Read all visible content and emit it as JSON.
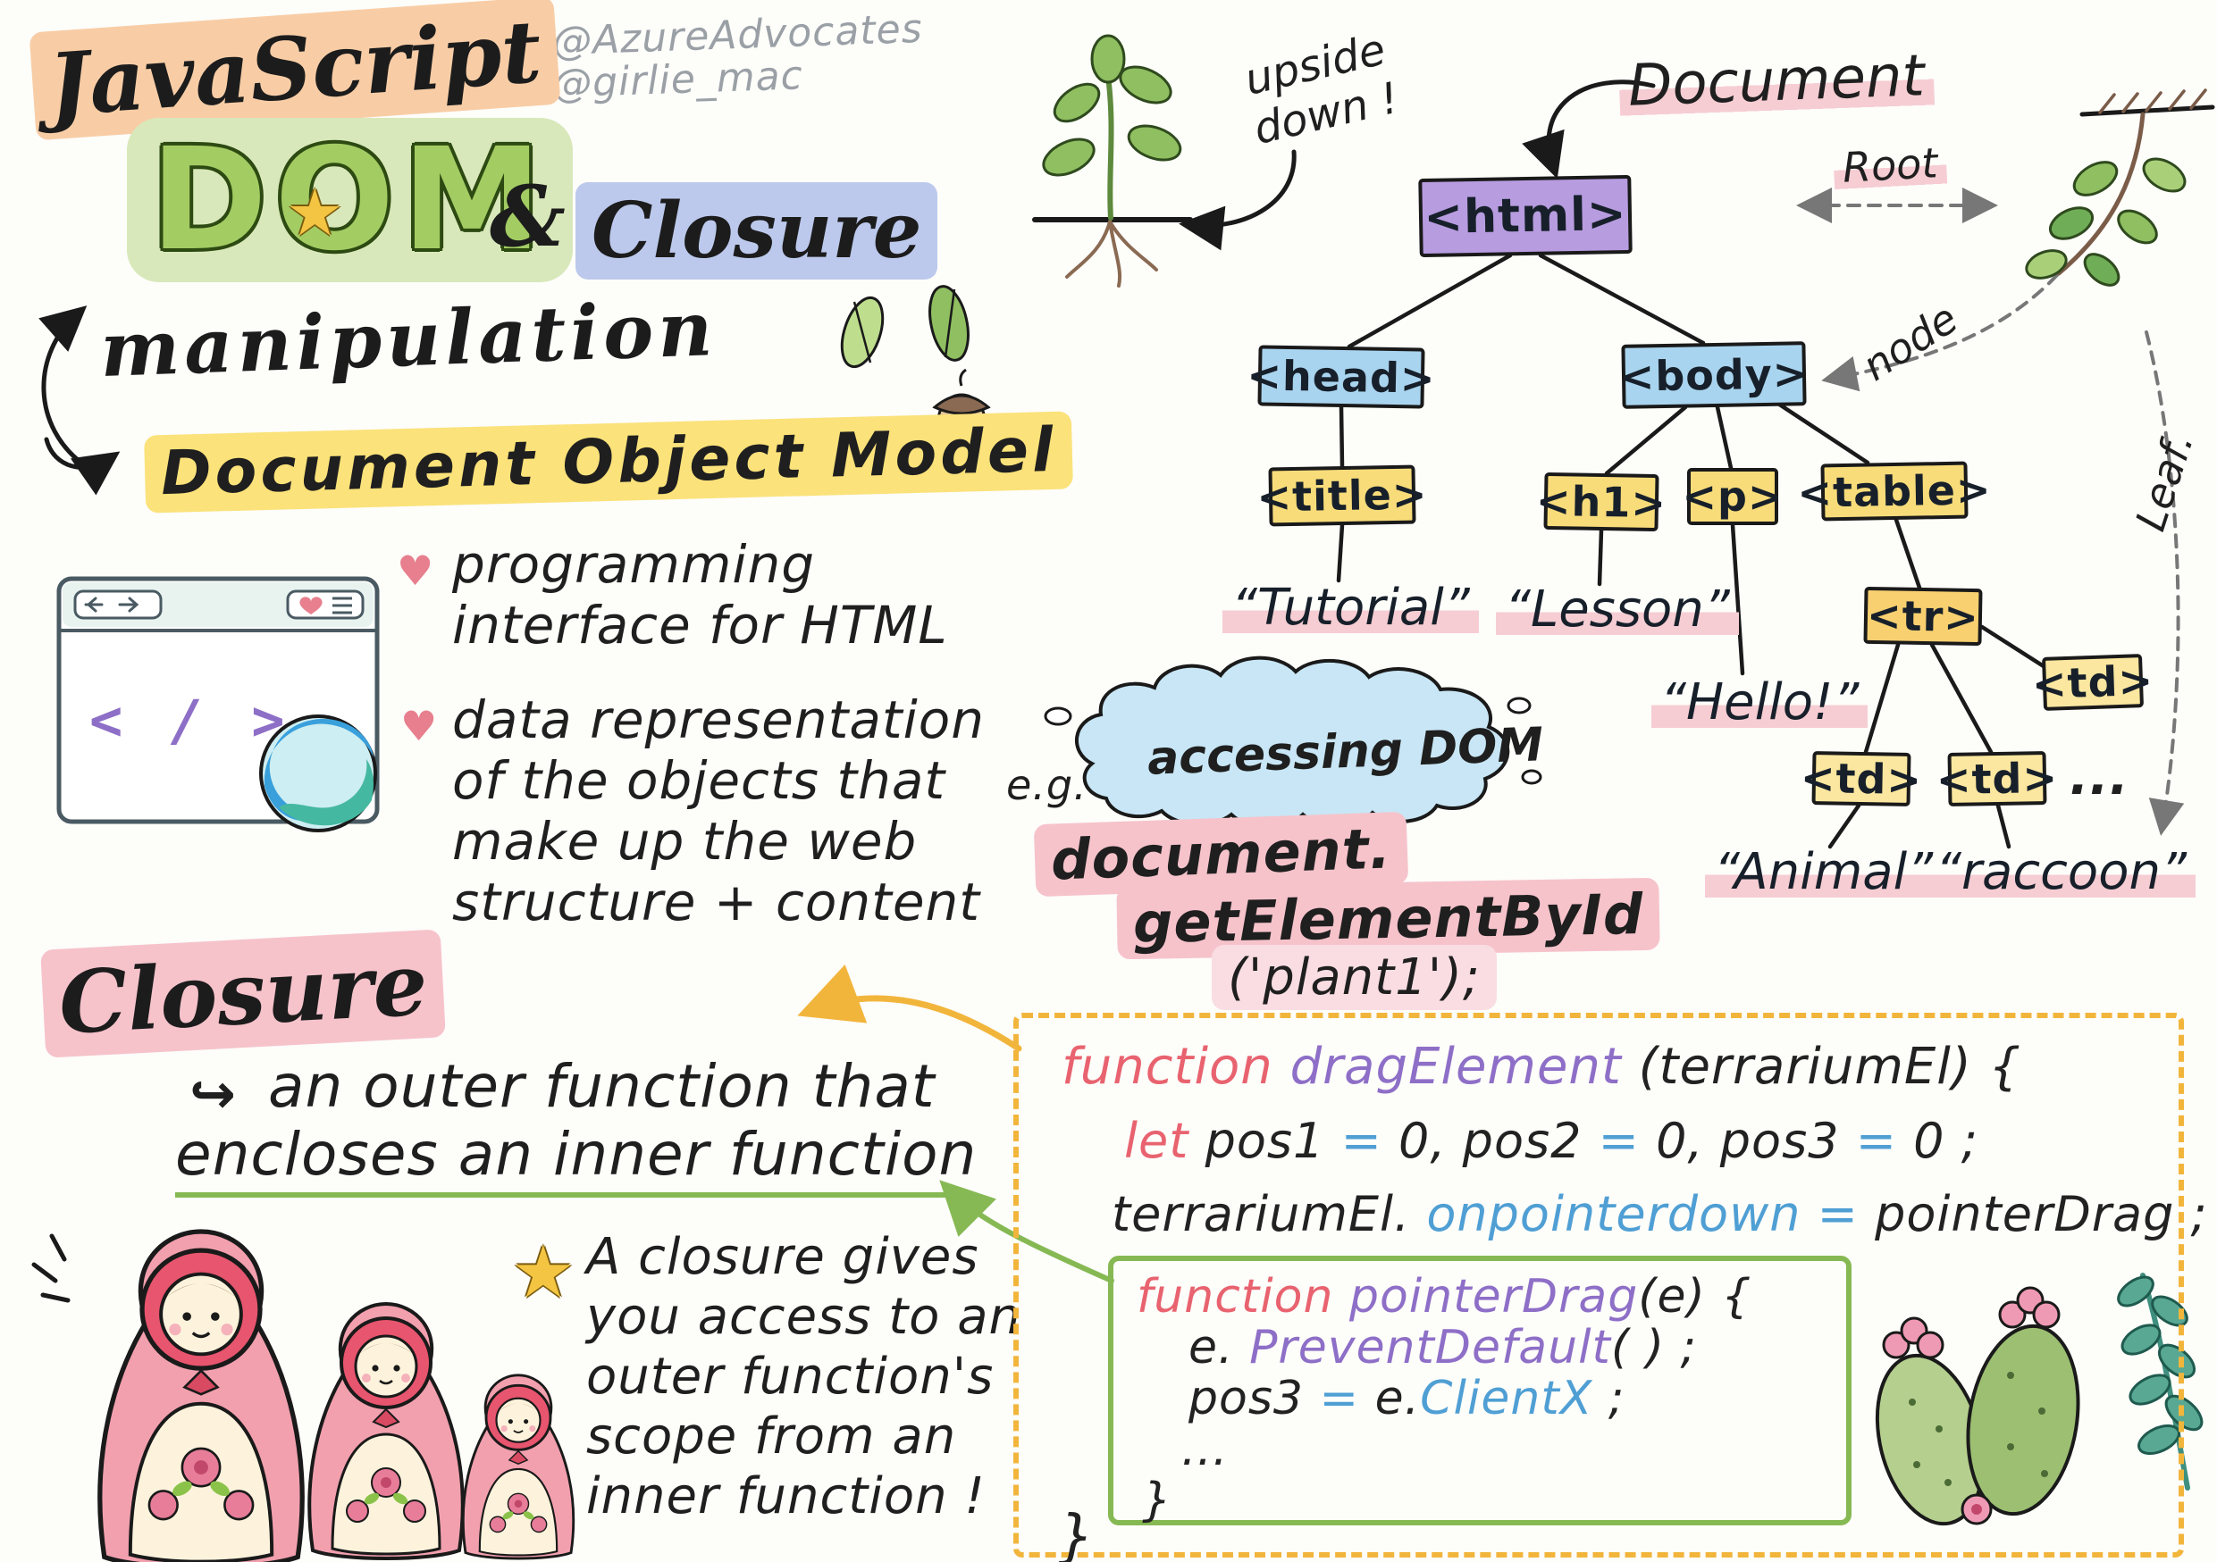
{
  "credits": {
    "handle1": "@AzureAdvocates",
    "handle2": "@girlie_mac"
  },
  "title": {
    "javascript": "JavaScript",
    "dom": "DOM",
    "ampersand": "&",
    "closure": "Closure",
    "manipulation": "manipulation",
    "star_icon": "★"
  },
  "dom_model": {
    "heading": "Document Object Model",
    "bullet_icon": "♥",
    "bullet1_lines": [
      "programming",
      "interface for HTML"
    ],
    "bullet2_lines": [
      "data representation",
      "of the objects that",
      "make up the web",
      "structure + content"
    ]
  },
  "browser": {
    "code_glyph": "< / >"
  },
  "tree": {
    "document_label": "Document",
    "upside_down_label": "upside down !",
    "root_label": "Root",
    "node_label": "node",
    "leaf_label": "Leaf.",
    "html": "<html>",
    "head": "<head>",
    "body": "<body>",
    "title": "<title>",
    "h1": "<h1>",
    "p": "<p>",
    "table": "<table>",
    "tr": "<tr>",
    "td_right": "<td>",
    "td_left": "<td>",
    "td_mid": "<td>",
    "ellipsis": "...",
    "tutorial": "“Tutorial”",
    "lesson": "“Lesson”",
    "hello": "“Hello!”",
    "animal": "“Animal”",
    "raccoon": "“raccoon”"
  },
  "accessing": {
    "cloud_label": "accessing DOM",
    "eg_label": "e.g.",
    "code_line1": "document.",
    "code_line2": "getElementById",
    "code_line3": "('plant1');"
  },
  "closure": {
    "heading": "Closure",
    "return_arrow_icon": "↪",
    "def_line1": "an outer function that",
    "def_line2": "encloses an inner function",
    "star_icon": "★",
    "note_lines": [
      "A closure gives",
      "you access to an",
      "outer function's",
      "scope from an",
      "inner function !"
    ]
  },
  "code": {
    "line1": [
      {
        "t": "function ",
        "c": "red"
      },
      {
        "t": "dragElement ",
        "c": "purple"
      },
      {
        "t": "(terrariumEl) {",
        "c": "ink"
      }
    ],
    "line2": [
      {
        "t": "let ",
        "c": "red"
      },
      {
        "t": "pos1 ",
        "c": "ink"
      },
      {
        "t": "= ",
        "c": "blue"
      },
      {
        "t": "0,  ",
        "c": "ink"
      },
      {
        "t": "pos2 ",
        "c": "ink"
      },
      {
        "t": "= ",
        "c": "blue"
      },
      {
        "t": "0,  ",
        "c": "ink"
      },
      {
        "t": "pos3 ",
        "c": "ink"
      },
      {
        "t": "= ",
        "c": "blue"
      },
      {
        "t": "0 ;",
        "c": "ink"
      }
    ],
    "line3": [
      {
        "t": "terrariumEl. ",
        "c": "ink"
      },
      {
        "t": "onpointerdown ",
        "c": "blue"
      },
      {
        "t": "= ",
        "c": "blue"
      },
      {
        "t": "pointerDrag ;",
        "c": "ink"
      }
    ],
    "inner_line1": [
      {
        "t": "function ",
        "c": "red"
      },
      {
        "t": "pointerDrag",
        "c": "purple"
      },
      {
        "t": "(e) {",
        "c": "ink"
      }
    ],
    "inner_line2": [
      {
        "t": "e. ",
        "c": "ink"
      },
      {
        "t": "PreventDefault",
        "c": "purple"
      },
      {
        "t": "( ) ;",
        "c": "ink"
      }
    ],
    "inner_line3": [
      {
        "t": "pos3 ",
        "c": "ink"
      },
      {
        "t": "= ",
        "c": "blue"
      },
      {
        "t": "e.",
        "c": "ink"
      },
      {
        "t": "ClientX",
        "c": "blue"
      },
      {
        "t": " ;",
        "c": "ink"
      }
    ],
    "inner_line4": [
      {
        "t": "...",
        "c": "ink"
      }
    ],
    "inner_close": "}",
    "outer_close": "}"
  },
  "colors": {
    "peach_highlight": "#f8cda6",
    "blue_highlight": "#bcc9ec",
    "yellow_highlight": "#fbe27a",
    "pink_highlight": "#f6c3cb",
    "dom_green": "#a3cc63",
    "node_purple": "#b79ce0",
    "node_blue": "#a9d4ef",
    "node_yellow": "#f8dc7a",
    "code_red": "#e8636f",
    "code_purple": "#8e6fc7",
    "code_blue": "#4f9fd4",
    "outer_box_border": "#f2b53c",
    "inner_box_border": "#86b953"
  }
}
